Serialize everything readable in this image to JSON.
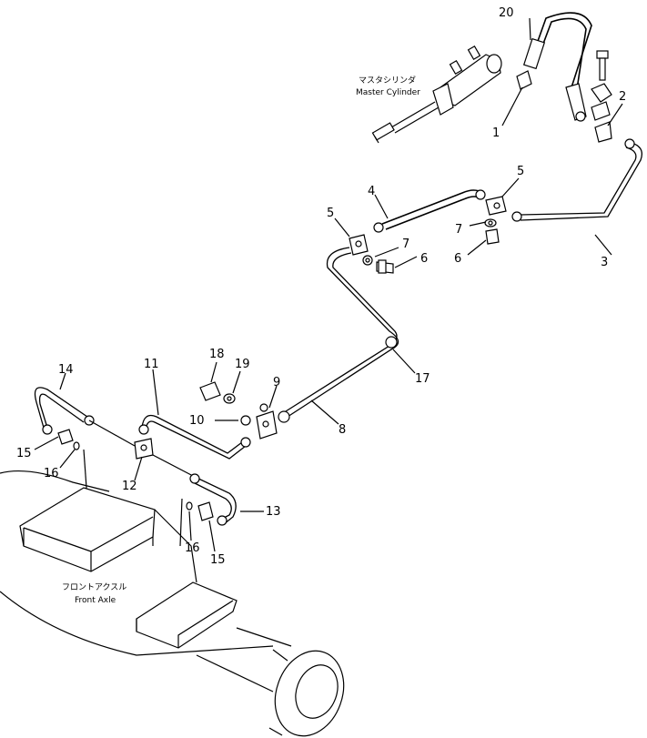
{
  "labels": {
    "master_cylinder_jp": "マスタシリンダ",
    "master_cylinder_en": "Master Cylinder",
    "front_axle_jp": "フロントアクスル",
    "front_axle_en": "Front Axle"
  },
  "parts": {
    "p1": "1",
    "p2": "2",
    "p3": "3",
    "p4": "4",
    "p5a": "5",
    "p5b": "5",
    "p6a": "6",
    "p6b": "6",
    "p7a": "7",
    "p7b": "7",
    "p8": "8",
    "p9": "9",
    "p10": "10",
    "p11": "11",
    "p12": "12",
    "p13": "13",
    "p14": "14",
    "p15a": "15",
    "p15b": "15",
    "p16a": "16",
    "p16b": "16",
    "p17": "17",
    "p18": "18",
    "p19": "19",
    "p20": "20"
  }
}
